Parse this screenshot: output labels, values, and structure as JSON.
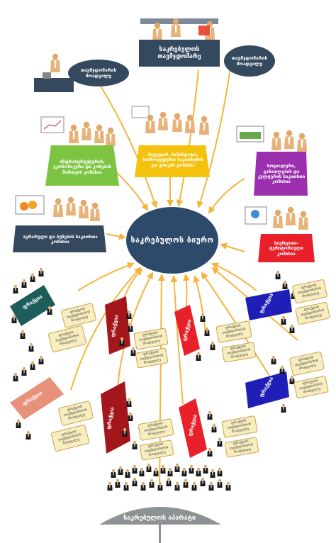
{
  "hub": {
    "label": "საკრებულოს ბიურო"
  },
  "chairman": {
    "label": "საკრებულოს თავმჯდომარე"
  },
  "chairman_deputy": {
    "label": "თავმჯდომარის მოადგილე"
  },
  "chairman_first_deputy": {
    "label": "თავმჯდომარის მოადგილე"
  },
  "committees": [
    {
      "id": "green",
      "label": "ინფრასტრუქტურის, ეკონომიკური და კონების მართვის კომისია",
      "color": "#7dc443"
    },
    {
      "id": "yellow",
      "label": "ბიუჯეტის, სამანდატო, საპროცედურო საკითხების და ეთიკის კომისია",
      "color": "#f4c20d"
    },
    {
      "id": "purple",
      "label": "სოციალური, განათლების და კულტურის საკითხთა კომისია",
      "color": "#9b2fae"
    },
    {
      "id": "navy",
      "label": "აგრარული და ბუნების საკითხთა კომისია",
      "color": "#34495e"
    },
    {
      "id": "red",
      "label": "სივრცითი-ტერიტორიული კომისია",
      "color": "#e8202a"
    }
  ],
  "factions": {
    "label": "ფრაქცია"
  },
  "faction_scroll": {
    "label": "ფრაქციის თავმჯდომარის მოადგილე"
  },
  "apparatus": {
    "label": "საკრებულოს აპარატი"
  },
  "colors": {
    "hub": "#2e4a6b",
    "arrow": "#f5b53c",
    "banner_teal": "#1d5d5b",
    "banner_darkred": "#a3161c",
    "banner_red": "#e8202a",
    "banner_salmon": "#e8917a",
    "banner_blue": "#1f1fb8",
    "apparatus": "#8d9294"
  }
}
